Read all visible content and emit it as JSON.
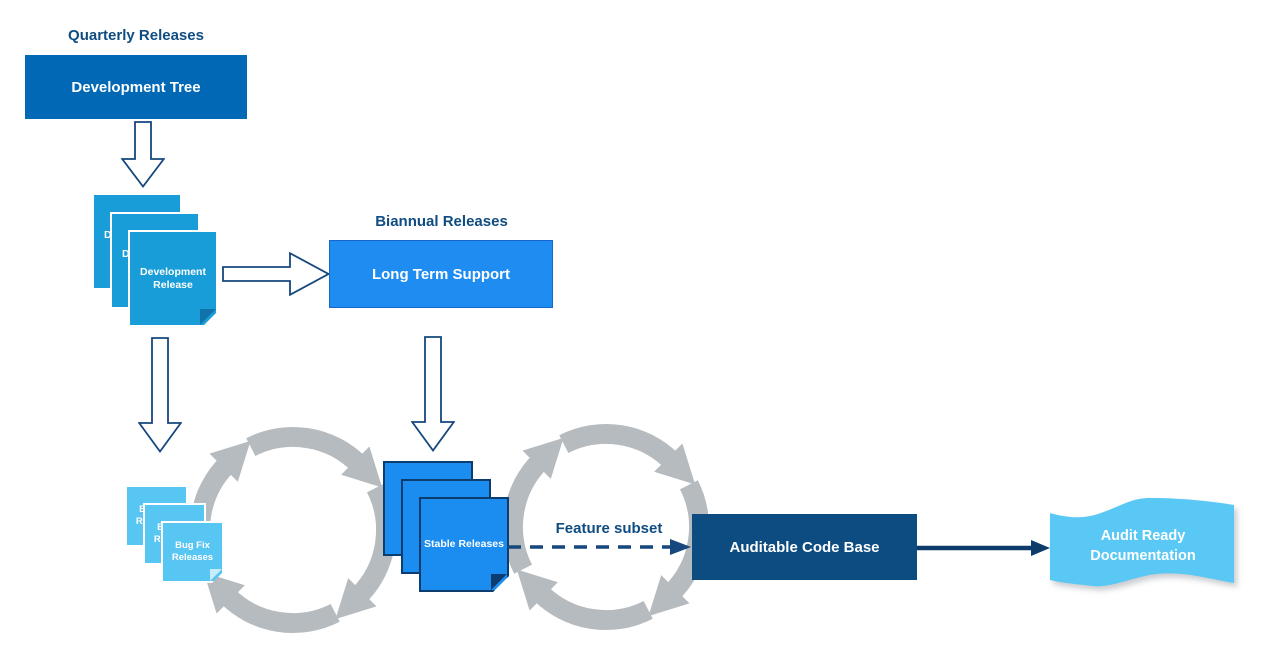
{
  "labels": {
    "quarterly_releases": "Quarterly Releases",
    "biannual_releases": "Biannual Releases",
    "feature_subset": "Feature subset"
  },
  "nodes": {
    "development_tree": {
      "label": "Development Tree",
      "shape": "box",
      "fill": "#0068B5"
    },
    "development_release": {
      "label": "Development Release",
      "shape": "stacked-pages",
      "cards": 3,
      "fill": "#189DD8"
    },
    "long_term_support": {
      "label": "Long Term Support",
      "shape": "box",
      "fill": "#1E8CF0"
    },
    "bug_fix_releases": {
      "label": "Bug Fix Releases",
      "shape": "stacked-pages",
      "cards": 3,
      "fill": "#57C6F2"
    },
    "stable_releases": {
      "label": "Stable Releases",
      "shape": "stacked-pages",
      "cards": 3,
      "fill": "#1B8CF0"
    },
    "auditable_code_base": {
      "label": "Auditable Code Base",
      "shape": "box",
      "fill": "#0D4C80"
    },
    "audit_ready_documentation": {
      "line1": "Audit Ready",
      "line2": "Documentation",
      "shape": "wave-document",
      "fill": "#5AC8F5"
    }
  },
  "colors": {
    "label_text": "#0F4C81",
    "hollow_arrow_outline": "#16477E",
    "connector_navy": "#0D3C6B",
    "cycle_gray": "#B6BBBF",
    "node_text": "#FFFFFF"
  }
}
